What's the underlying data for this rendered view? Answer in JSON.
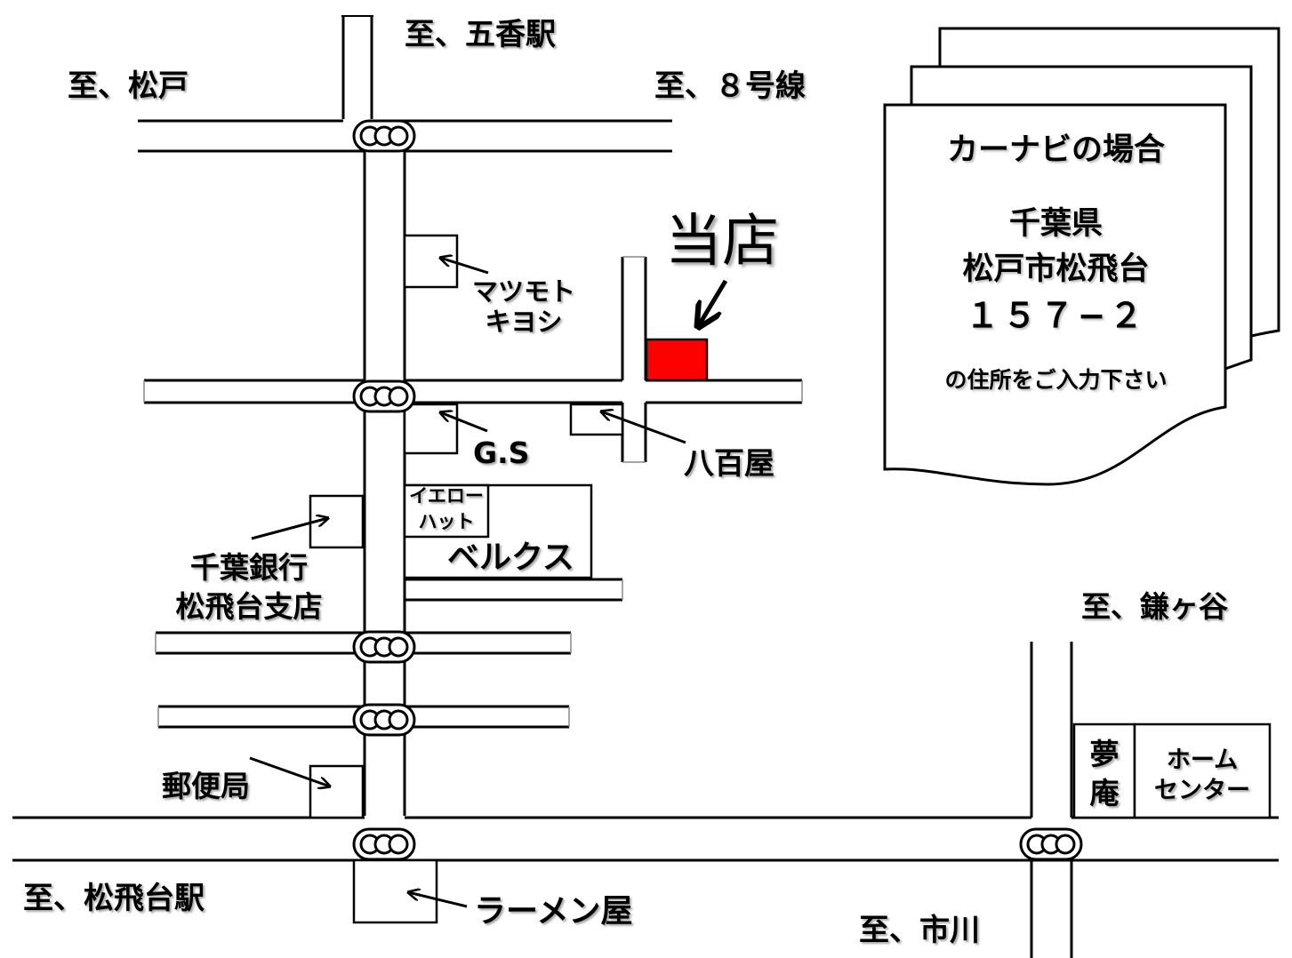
{
  "directions": {
    "goko_station": "至、五香駅",
    "matsudo": "至、松戸",
    "route8": "至、８号線",
    "kamagaya": "至、鎌ヶ谷",
    "matsuhidai_station": "至、松飛台駅",
    "ichikawa": "至、市川"
  },
  "store": {
    "label": "当店",
    "marker_color": "#ff0000"
  },
  "landmarks": {
    "matsumoto_line1": "マツモト",
    "matsumoto_line2": "キヨシ",
    "gas_station": "G.S",
    "greengrocer": "八百屋",
    "yellow_hat_line1": "イエロー",
    "yellow_hat_line2": "ハット",
    "bellx": "ベルクス",
    "chiba_bank_line1": "千葉銀行",
    "chiba_bank_line2": "松飛台支店",
    "post_office": "郵便局",
    "ramen": "ラーメン屋",
    "yumean_line1": "夢",
    "yumean_line2": "庵",
    "home_center_line1": "ホーム",
    "home_center_line2": "センター"
  },
  "car_navi_note": {
    "title": "カーナビの場合",
    "prefecture": "千葉県",
    "city_area": "松戸市松飛台",
    "lot_number": "１５７−２",
    "instruction": "の住所をご入力下さい"
  },
  "icons": [
    "traffic-signal-icon",
    "arrow-icon"
  ]
}
